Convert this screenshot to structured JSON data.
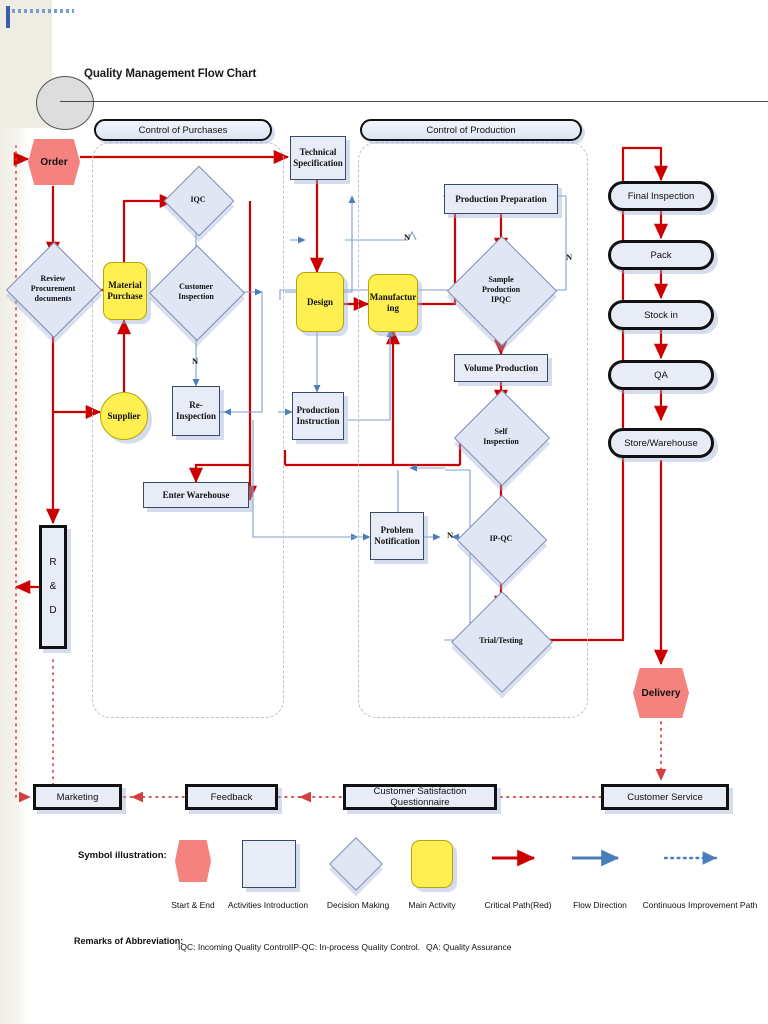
{
  "page": {
    "title": "Quality Management Flow Chart"
  },
  "groups": {
    "purchases": "Control of Purchases",
    "production": "Control of Production"
  },
  "nodes": {
    "order": "Order",
    "review_procurement": "Review Procurement documents",
    "review_procurement_lines": [
      "Review",
      "Procurement",
      "documents"
    ],
    "material_purchase_lines": [
      "Material",
      "Purchase"
    ],
    "supplier": "Supplier",
    "iqc": "IQC",
    "customer_inspection_lines": [
      "Customer",
      "Inspection"
    ],
    "re_inspection_lines": [
      "Re-",
      "Inspection"
    ],
    "enter_warehouse": "Enter Warehouse",
    "rd": "R & D",
    "technical_specification_lines": [
      "Technical",
      "Specification"
    ],
    "design": "Design",
    "production_instruction_lines": [
      "Production",
      "Instruction"
    ],
    "manufacturing_lines": [
      "Manufactur",
      "ing"
    ],
    "production_preparation": "Production Preparation",
    "sample_production_ipqc_lines": [
      "Sample",
      "Production",
      "IPQC"
    ],
    "volume_production": "Volume Production",
    "self_inspection_lines": [
      "Self",
      "Inspection"
    ],
    "ip_qc": "IP-QC",
    "trial_testing": "Trial/Testing",
    "problem_notification_lines": [
      "Problem",
      "Notification"
    ],
    "final_inspection": "Final Inspection",
    "pack": "Pack",
    "stock_in": "Stock in",
    "qa": "QA",
    "store_warehouse": "Store/Warehouse",
    "delivery": "Delivery",
    "marketing": "Marketing",
    "feedback": "Feedback",
    "customer_satisfaction": "Customer Satisfaction Questionnaire",
    "customer_service": "Customer Service"
  },
  "branch_labels": {
    "customer_inspection_n": "N",
    "manufacturing_n": "N",
    "sample_production_n": "N",
    "ipqc_n": "N"
  },
  "legend": {
    "title": "Symbol illustration:",
    "items": [
      {
        "shape": "start-end-hexagon",
        "caption": "Start & End"
      },
      {
        "shape": "activities-rectangle",
        "caption": "Activities Introduction"
      },
      {
        "shape": "decision-diamond",
        "caption": "Decision Making"
      },
      {
        "shape": "main-activity-rounded",
        "caption": "Main Activity"
      },
      {
        "shape": "red-arrow",
        "caption": "Critical Path(Red)"
      },
      {
        "shape": "blue-arrow",
        "caption": "Flow Direction"
      },
      {
        "shape": "dotted-blue-arrow",
        "caption": "Continuous Improvement Path"
      }
    ]
  },
  "remarks": {
    "label": "Remarks of Abbreviation:",
    "items": [
      "IQC: Incoming Quality Control.",
      "IP-QC: In-process Quality Control.",
      "QA: Quality Assurance"
    ]
  },
  "colors": {
    "critical_path": "#cc0000",
    "flow_direction": "#4a7ebb",
    "improvement_path": "#d43f3f",
    "start_end_fill": "#f4827f",
    "main_activity_fill": "#ffef52",
    "activity_fill": "#e8ecf6"
  }
}
